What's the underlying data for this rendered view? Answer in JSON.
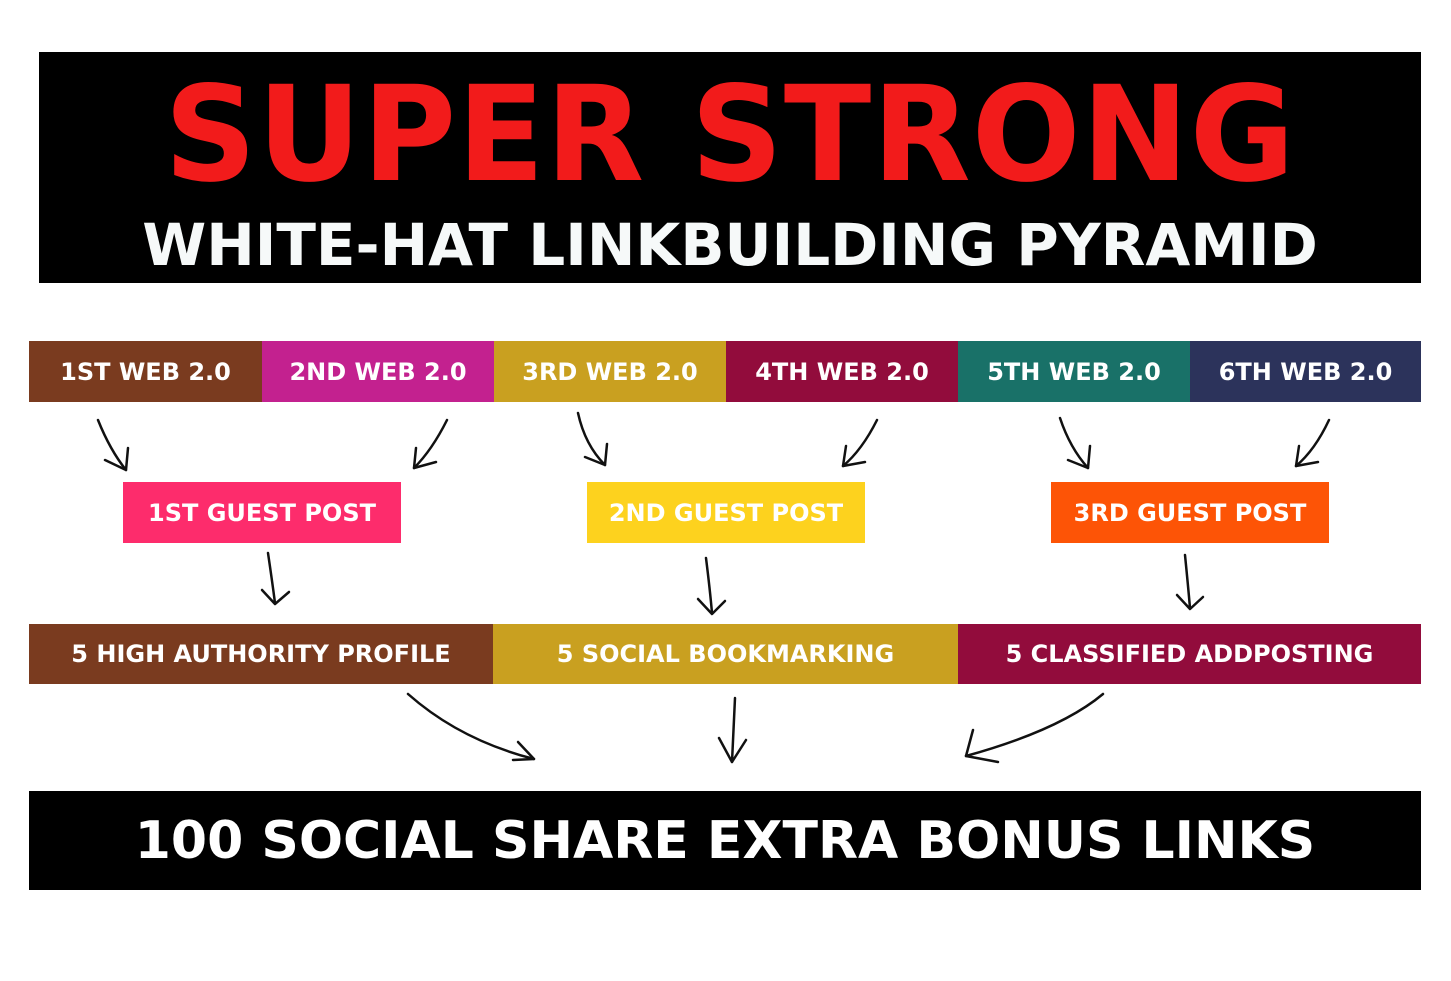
{
  "header": {
    "title": "SUPER STRONG",
    "subtitle": "WHITE-HAT LINKBUILDING PYRAMID",
    "title_color": "#f21b1b",
    "background": "#000000"
  },
  "web20_tier": [
    {
      "label": "1ST WEB 2.0",
      "color": "#7a3b1f"
    },
    {
      "label": "2ND WEB 2.0",
      "color": "#c3218f"
    },
    {
      "label": "3RD WEB 2.0",
      "color": "#c9a020"
    },
    {
      "label": "4TH WEB 2.0",
      "color": "#920c3c"
    },
    {
      "label": "5TH WEB 2.0",
      "color": "#197168"
    },
    {
      "label": "6TH WEB 2.0",
      "color": "#2c335b"
    }
  ],
  "guest_post_tier": [
    {
      "label": "1ST GUEST POST",
      "color": "#fd2c6c"
    },
    {
      "label": "2ND GUEST POST",
      "color": "#fdd21e"
    },
    {
      "label": "3RD GUEST POST",
      "color": "#fd5406"
    }
  ],
  "resource_tier": [
    {
      "label": "5 HIGH AUTHORITY PROFILE",
      "color": "#7a3b1f"
    },
    {
      "label": "5 SOCIAL BOOKMARKING",
      "color": "#c9a020"
    },
    {
      "label": "5 CLASSIFIED ADDPOSTING",
      "color": "#920c3c"
    }
  ],
  "footer": {
    "label": "100 SOCIAL SHARE EXTRA BONUS LINKS",
    "background": "#000000"
  }
}
